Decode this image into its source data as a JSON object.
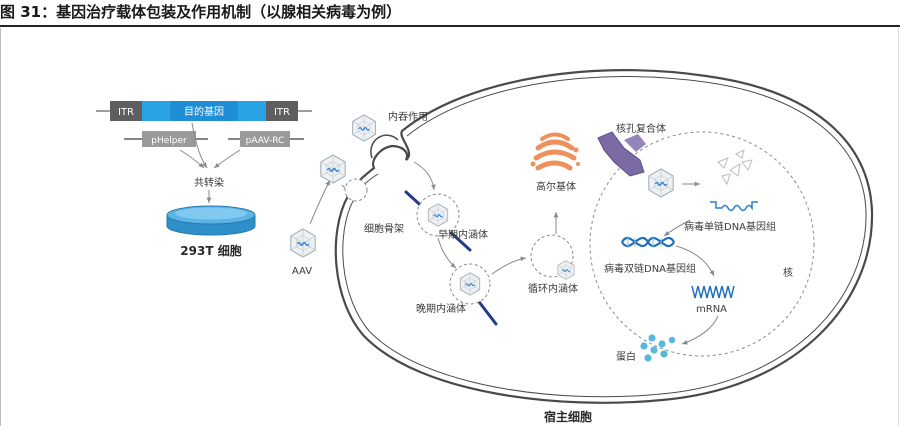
{
  "figure": {
    "title": "图 31：基因治疗载体包装及作用机制（以腺相关病毒为例）"
  },
  "labels": {
    "itr_left": "ITR",
    "target_gene": "目的基因",
    "itr_right": "ITR",
    "p_helper": "pHelper",
    "paav_rc": "pAAV-RC",
    "co_transfection": "共转染",
    "cell_293t": "293T 细胞",
    "aav": "AAV",
    "endocytosis": "内吞作用",
    "cytoskeleton": "细胞骨架",
    "early_endosome": "早期内涵体",
    "late_endosome": "晚期内涵体",
    "recycling_endosome": "循环内涵体",
    "golgi": "高尔基体",
    "nuclear_pore": "核孔复合体",
    "ss_genome": "病毒单链DNA基因组",
    "ds_genome": "病毒双链DNA基因组",
    "mrna": "mRNA",
    "nucleus": "核",
    "protein": "蛋白",
    "host_cell": "宿主细胞"
  },
  "colors": {
    "gene_blue": "#1e8fd6",
    "itr_gray": "#5e5e5e",
    "plasmid_gray": "#9a9a9a",
    "dish_blue": "#2f8fc9",
    "cytoskeleton_navy": "#243a8c",
    "golgi_orange": "#ef8f5c",
    "pore_purple": "#7b6aa4",
    "dna_blue": "#1f6fb8",
    "protein_cyan": "#55b8dc",
    "membrane": "#4a4a4a",
    "arrow_gray": "#8a8a8a"
  }
}
